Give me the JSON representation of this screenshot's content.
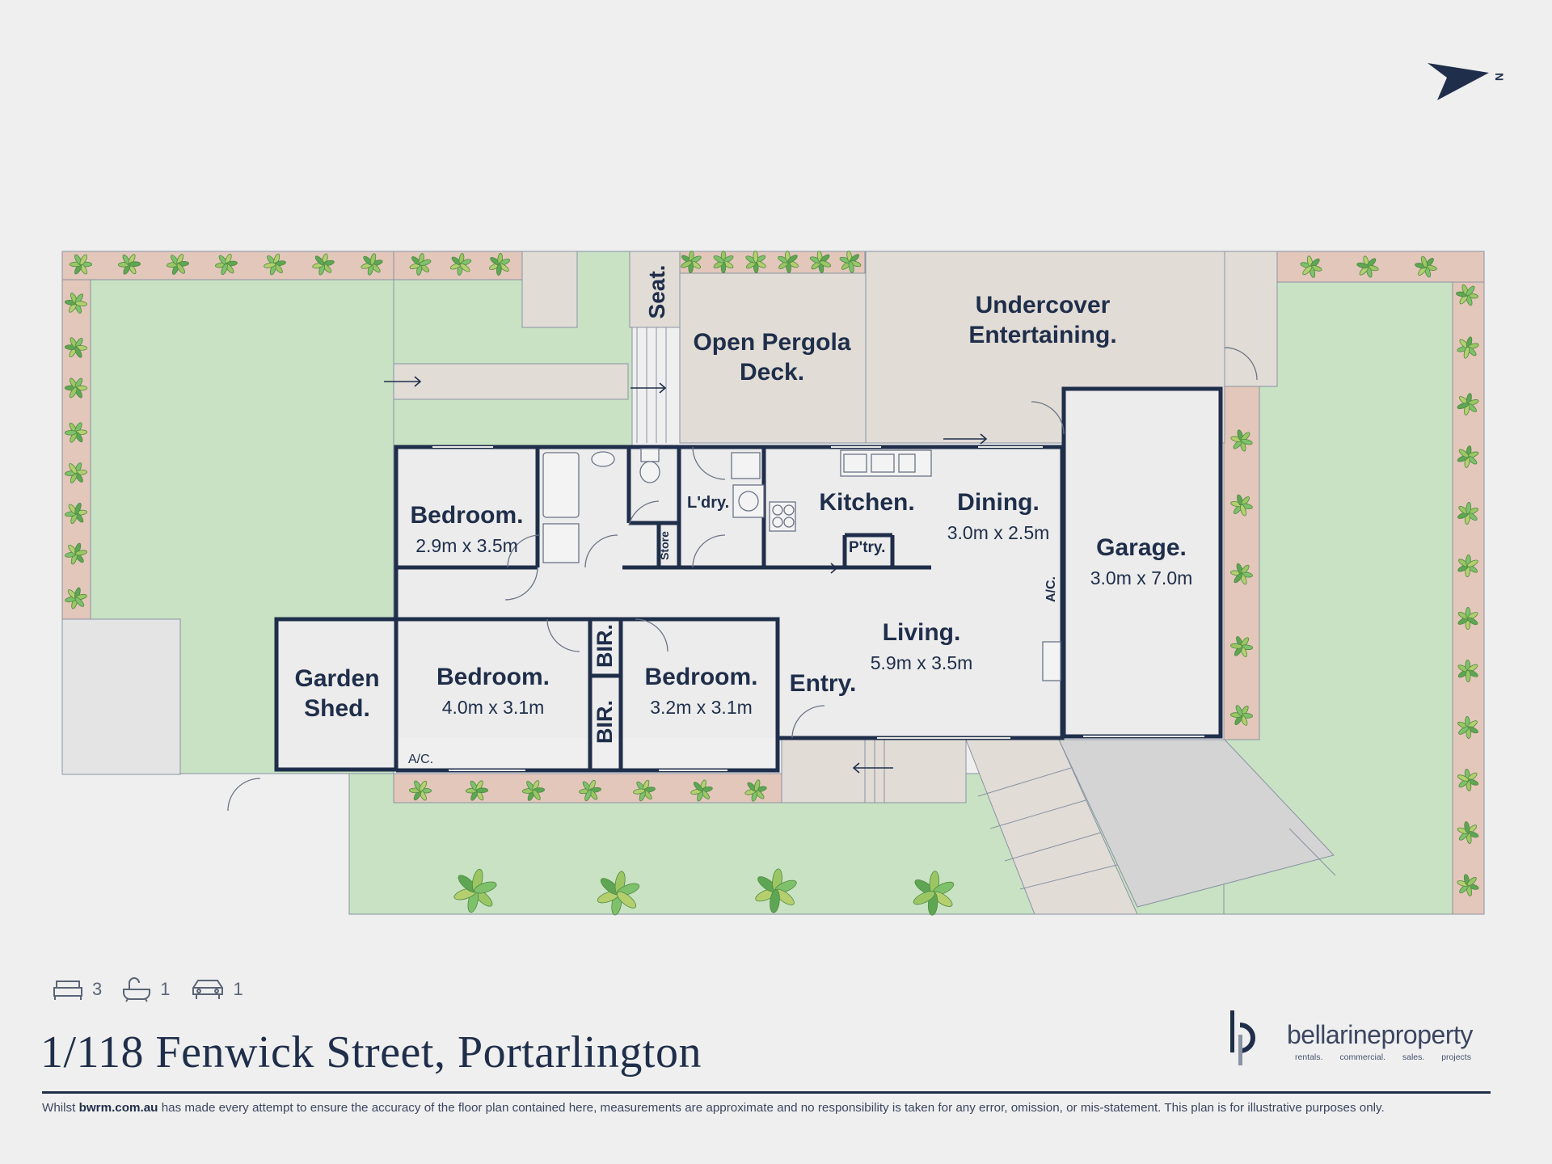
{
  "rooms": {
    "bedroom1": {
      "name": "Bedroom.",
      "dims": "2.9m x 3.5m"
    },
    "bedroom2": {
      "name": "Bedroom.",
      "dims": "4.0m x 3.1m"
    },
    "bedroom3": {
      "name": "Bedroom.",
      "dims": "3.2m x 3.1m"
    },
    "kitchen": {
      "name": "Kitchen."
    },
    "dining": {
      "name": "Dining.",
      "dims": "3.0m x 2.5m"
    },
    "living": {
      "name": "Living.",
      "dims": "5.9m x 3.5m"
    },
    "garage": {
      "name": "Garage.",
      "dims": "3.0m x 7.0m"
    },
    "entry": {
      "name": "Entry."
    },
    "laundry": {
      "name": "L'dry."
    },
    "pantry": {
      "name": "P'try."
    },
    "store": {
      "name": "Store"
    },
    "bir1": {
      "name": "BIR."
    },
    "bir2": {
      "name": "BIR."
    },
    "garden_shed": {
      "line1": "Garden",
      "line2": "Shed."
    },
    "pergola": {
      "line1": "Open Pergola",
      "line2": "Deck."
    },
    "undercover": {
      "line1": "Undercover",
      "line2": "Entertaining."
    },
    "seat": {
      "name": "Seat."
    },
    "ac1": "A/C.",
    "ac2": "A/C."
  },
  "compass": {
    "label": "N"
  },
  "features": {
    "bedrooms": "3",
    "bathrooms": "1",
    "cars": "1"
  },
  "address": "1/118 Fenwick Street, Portarlington",
  "brand": {
    "name": "bellarineproperty",
    "tagline": "rentals. commercial. sales. projects"
  },
  "disclaimer": {
    "prefix": "Whilst ",
    "site": "bwrm.com.au",
    "rest": " has made every attempt to ensure the accuracy of the floor plan contained here, measurements are approximate and no responsibility is taken for any error, omission, or mis-statement. This plan is for illustrative purposes only."
  },
  "colors": {
    "wall": "#1f2e4a",
    "lawn": "#c8e2c3",
    "garden_bed": "#e3c7ba",
    "paving": "#e1dcd6",
    "interior": "#eeeeee",
    "driveway": "#d4d4d4"
  }
}
